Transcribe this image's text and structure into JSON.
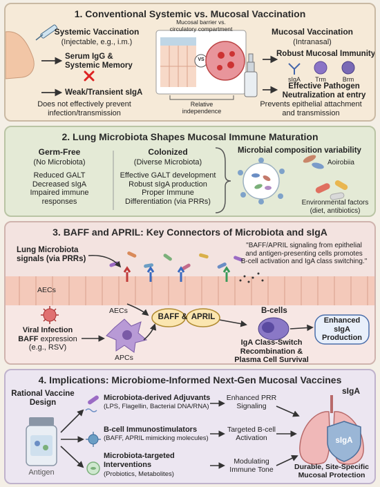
{
  "panel1": {
    "title": "1. Conventional Systemic vs. Mucosal Vaccination",
    "systemic_head": "Systemic Vaccination",
    "systemic_sub": "(Injectable, e.g., i.m.)",
    "serum_igg_1": "Serum IgG &",
    "serum_igg_2": "Systemic Memory",
    "weak_siga": "Weak/Transient sIgA",
    "not_prevent_1": "Does not effectively prevent",
    "not_prevent_2": "infection/transmission",
    "barrier_1": "Mucosal barrier vs.",
    "barrier_2": "circulatory compartment",
    "vs": "VS",
    "relative_1": "Relative",
    "relative_2": "independence",
    "mucosal_head": "Mucosal Vaccination",
    "mucosal_sub": "(Intranasal)",
    "robust": "Robust Mucosal Immunity",
    "cell_siga": "sIgA",
    "cell_trm": "Trm",
    "cell_brm": "Brm",
    "effective_1": "Effective Pathogen",
    "effective_2": "Neutralization at entry",
    "prevents_1": "Prevents epithelial attachment",
    "prevents_2": "and transmission"
  },
  "panel2": {
    "title": "2. Lung Microbiota Shapes Mucosal Immune Maturation",
    "germ_head": "Germ-Free",
    "germ_sub": "(No Microbiota)",
    "germ_1": "Reduced GALT",
    "germ_2": "Decreased sIgA",
    "germ_3": "Impaired immune",
    "germ_4": "responses",
    "col_head": "Colonized",
    "col_sub": "(Diverse Microbiota)",
    "col_1": "Effective GALT development",
    "col_2": "Robust sIgA production",
    "col_3": "Proper Immune",
    "col_4": "Differentiation (via PRRs)",
    "var_head": "Microbial composition variability",
    "aoirobiia": "Aoirobiia",
    "env_1": "Environmental factors",
    "env_2": "(diet, antibiotics)"
  },
  "panel3": {
    "title": "3. BAFF and APRIL: Key Connectors of Microbiota and sIgA",
    "lung_1": "Lung Microbiota",
    "lung_2": "signals (via PRRs)",
    "quote_1": "\"BAFF/APRIL signaling from epithelial",
    "quote_2": "and antigen-presenting cells promotes",
    "quote_3": "B-cell activation and IgA class switching.\"",
    "aecs_1": "AECs",
    "aecs_2": "AECs",
    "baff": "BAFF",
    "amp": "&",
    "april": "APRIL",
    "bcells": "B-cells",
    "viral_1": "Viral Infection",
    "viral_2": "BAFF",
    "viral_3": "expression",
    "viral_4": "(e.g., RSV)",
    "apcs": "APCs",
    "iga_1": "IgA Class-Switch",
    "iga_2": "Recombination &",
    "iga_3": "Plasma Cell Survival",
    "enh_1": "Enhanced",
    "enh_2": "sIgA",
    "enh_3": "Production"
  },
  "panel4": {
    "title": "4. Implications: Microbiome-Informed Next-Gen Mucosal Vaccines",
    "rational_1": "Rational Vaccine",
    "rational_2": "Design",
    "antigen": "Antigen",
    "adj_head": "Microbiota-derived Adjuvants",
    "adj_sub": "(LPS, Flagellin, Bacterial DNA/RNA)",
    "bcell_head": "B-cell Immunostimulators",
    "bcell_sub": "(BAFF, APRIL mimicking molecules)",
    "mt_head_1": "Microbiota-targeted",
    "mt_head_2": "Interventions",
    "mt_sub": "(Probiotics, Metabolites)",
    "enh_prr_1": "Enhanced PRR",
    "enh_prr_2": "Signaling",
    "targeted_1": "Targeted B-cell",
    "targeted_2": "Activation",
    "modulating_1": "Modulating",
    "modulating_2": "Immune Tone",
    "siga_1": "sIgA",
    "siga_2": "sIgA",
    "durable_1": "Durable, Site-Specific",
    "durable_2": "Mucosal Protection"
  }
}
